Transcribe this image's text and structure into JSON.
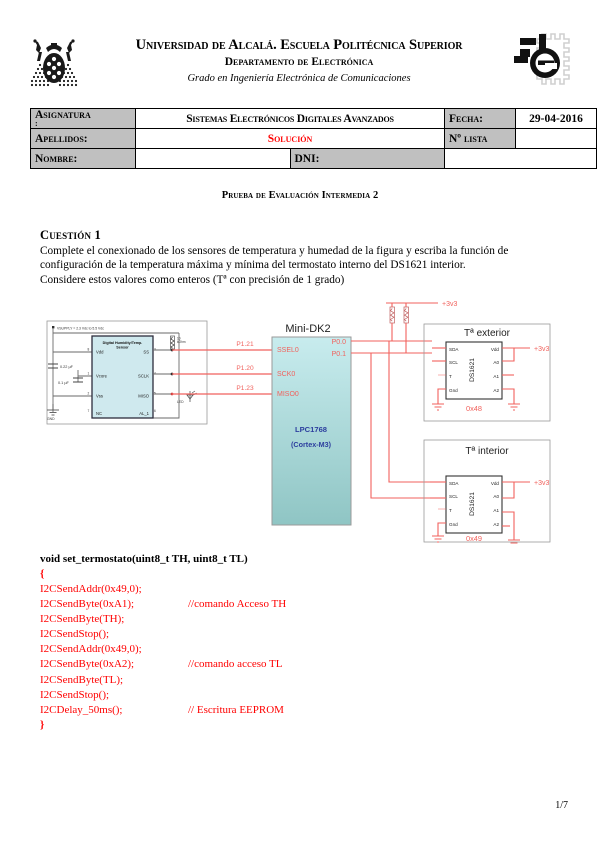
{
  "header": {
    "university_line": "Universidad de Alcalá. Escuela Politécnica Superior",
    "department_line": "Departamento de Electrónica",
    "degree_line": "Grado en Ingeniería Electrónica de  Comunicaciones",
    "crest_alt": "uah-crest-logo",
    "eps_alt": "eps-logo"
  },
  "info_table": {
    "subject_label": "Asignatura",
    "subject_label_colon": ":",
    "subject_value": "Sistemas Electrónicos Digitales Avanzados",
    "date_label": "Fecha:",
    "date_value": "29-04-2016",
    "surname_label": "Apellidos:",
    "surname_value": "Solución",
    "list_label": "Nº lista",
    "list_value": "",
    "name_label": "Nombre:",
    "name_value": "",
    "dni_label": "DNI:",
    "dni_value": ""
  },
  "exam_title": "Prueba de Evaluación Intermedia 2",
  "question": {
    "heading": "Cuestión 1",
    "line1": "Complete el conexionado de los sensores de temperatura y humedad de la figura y escriba la función de",
    "line2": "configuración de la temperatura máxima y mínima del termostato interno del DS1621 interior.",
    "line3": "Considere estos valores como enteros (Tª con precisión de 1 grado)"
  },
  "schematic": {
    "supply_note": "VSUPPLY = 2.3 Vdc to 5.5 Vdc",
    "humidity_sensor": {
      "title_line1": "Digital Humidity/Temp.",
      "title_line2": "Sensor",
      "pins_left": [
        "Vdd",
        "Vcore",
        "Vss",
        "NC"
      ],
      "pins_left_numbers": [
        "8",
        "1",
        "2",
        "7"
      ],
      "pins_right": [
        "SS",
        "SCLK",
        "MISO",
        "AL_1"
      ],
      "pins_right_numbers": [
        "3",
        "4",
        "5",
        "6"
      ],
      "cap1": "0.22 µF",
      "cap2": "0.1 µF",
      "gnd_label": "GND",
      "resistor_label_line1": "10",
      "resistor_label_line2": "kOhm",
      "led_label": "LED"
    },
    "mcu": {
      "board_title": "Mini-DK2",
      "chip_name": "LPC1768",
      "chip_core": "(Cortex-M3)",
      "left_pins": [
        {
          "port": "P1.21",
          "signal": "SSEL0"
        },
        {
          "port": "P1.20",
          "signal": "SCK0"
        },
        {
          "port": "P1.23",
          "signal": "MISO0"
        }
      ],
      "right_pins": [
        "P0.0",
        "P0.1"
      ],
      "block_color": "#b9e4e2"
    },
    "power_label": "+3v3",
    "ds1621_exterior": {
      "title": "Tª exterior",
      "chip_name": "DS1621",
      "pins_left": [
        "SDA",
        "SCL",
        "T",
        "Gnd"
      ],
      "pins_right": [
        "Vdd",
        "A0",
        "A1",
        "A2"
      ],
      "address": "0x48",
      "supply_label": "+3v3"
    },
    "ds1621_interior": {
      "title": "Tª interior",
      "chip_name": "DS1621",
      "pins_left": [
        "SDA",
        "SCL",
        "T",
        "Gnd"
      ],
      "pins_right": [
        "Vdd",
        "A0",
        "A1",
        "A2"
      ],
      "address": "0x49",
      "supply_label": "+3v3"
    },
    "wire_color": "#f1625d",
    "net_color": "#606060"
  },
  "code": {
    "signature": "void set_termostato(uint8_t TH, uint8_t TL)",
    "open_brace": "{",
    "close_brace": "}",
    "lines": [
      {
        "code": "I2CSendAddr(0x49,0);",
        "comment": ""
      },
      {
        "code": "I2CSendByte(0xA1);",
        "comment": "//comando Acceso TH"
      },
      {
        "code": "I2CSendByte(TH);",
        "comment": ""
      },
      {
        "code": "I2CSendStop();",
        "comment": ""
      },
      {
        "code": "I2CSendAddr(0x49,0);",
        "comment": ""
      },
      {
        "code": "I2CSendByte(0xA2);",
        "comment": "//comando acceso TL"
      },
      {
        "code": "I2CSendByte(TL);",
        "comment": ""
      },
      {
        "code": "I2CSendStop();",
        "comment": ""
      },
      {
        "code": "I2CDelay_50ms();",
        "comment": "// Escritura EEPROM"
      }
    ]
  },
  "footer": {
    "page_number": "1/7"
  }
}
